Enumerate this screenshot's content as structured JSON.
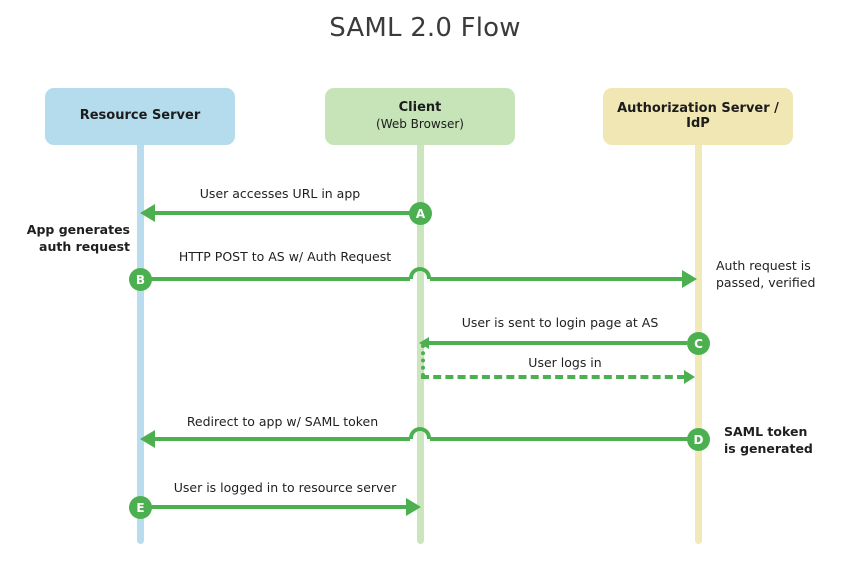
{
  "title": "SAML 2.0 Flow",
  "colors": {
    "accent_green": "#4cb050",
    "resource_server_fill": "#b4dced",
    "client_fill": "#c7e3b8",
    "auth_server_fill": "#f0e7b4",
    "resource_server_lifeline": "#b9ddef",
    "client_lifeline": "#cbe5bd",
    "auth_server_lifeline": "#f2e9b8",
    "text": "#1f1f1f",
    "title_text": "#3b3b3b",
    "background": "#ffffff"
  },
  "participants": [
    {
      "id": "resource-server",
      "title": "Resource Server",
      "subtitle": "",
      "fill": "#b4dced",
      "lifeline_color": "#b9ddef"
    },
    {
      "id": "client",
      "title": "Client",
      "subtitle": "(Web Browser)",
      "fill": "#c7e3b8",
      "lifeline_color": "#cbe5bd"
    },
    {
      "id": "authorization-server",
      "title": "Authorization Server / IdP",
      "subtitle": "",
      "fill": "#f0e7b4",
      "lifeline_color": "#f2e9b8"
    }
  ],
  "steps": [
    {
      "badge": "A",
      "label": "User accesses URL in app",
      "from": "client",
      "to": "resource-server",
      "direction": "left",
      "style": "solid",
      "hops_client_lifeline": false
    },
    {
      "badge": "B",
      "label": "HTTP POST to AS w/ Auth Request",
      "from": "resource-server",
      "to": "authorization-server",
      "direction": "right",
      "style": "solid",
      "hops_client_lifeline": true
    },
    {
      "badge": "C",
      "label": "User is sent to login page at AS",
      "from": "authorization-server",
      "to": "client",
      "direction": "left",
      "style": "solid",
      "hops_client_lifeline": false
    },
    {
      "badge": "",
      "label": "User logs in",
      "from": "client",
      "to": "authorization-server",
      "direction": "right",
      "style": "dashed",
      "hops_client_lifeline": false
    },
    {
      "badge": "D",
      "label": "Redirect to app w/ SAML token",
      "from": "authorization-server",
      "to": "resource-server",
      "direction": "left",
      "style": "solid",
      "hops_client_lifeline": true
    },
    {
      "badge": "E",
      "label": "User is logged in to resource server",
      "from": "resource-server",
      "to": "client",
      "direction": "right",
      "style": "solid",
      "hops_client_lifeline": false
    }
  ],
  "annotations": [
    {
      "id": "app-generates-auth-request",
      "lines": [
        "App generates",
        "auth request"
      ],
      "side": "left",
      "bold": true
    },
    {
      "id": "auth-request-passed-verified",
      "lines": [
        "Auth request is",
        "passed, verified"
      ],
      "side": "right",
      "bold": false
    },
    {
      "id": "saml-token-is-generated",
      "lines": [
        "SAML token",
        "is generated"
      ],
      "side": "right",
      "bold": true
    }
  ]
}
